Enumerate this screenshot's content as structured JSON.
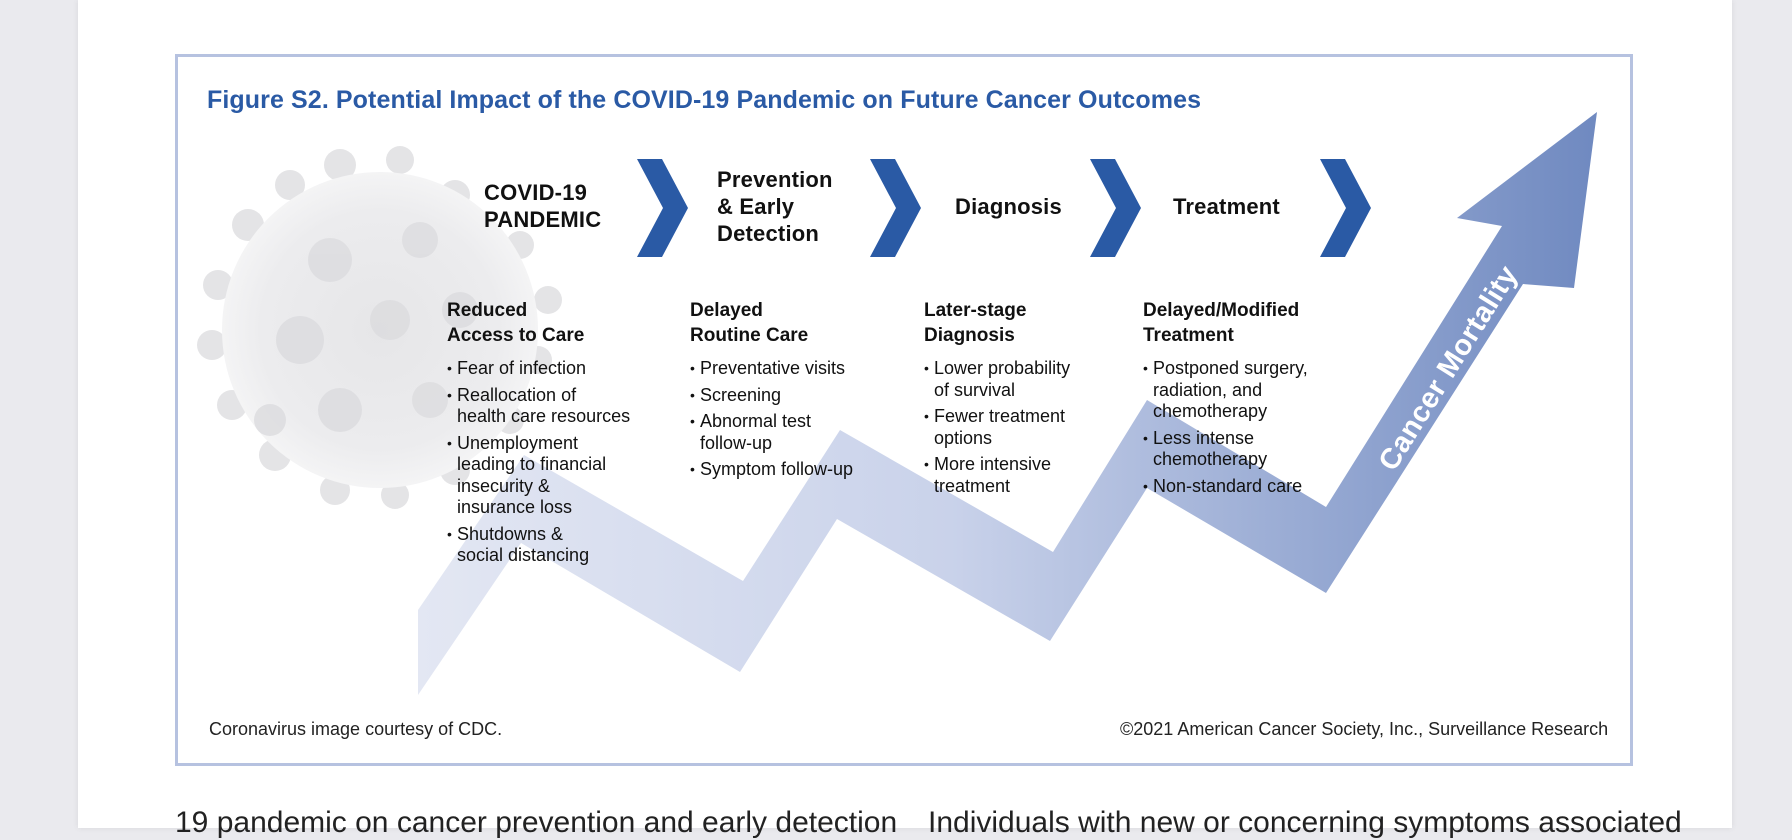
{
  "figure": {
    "title": "Figure S2. Potential Impact of the COVID-19 Pandemic on Future Cancer Outcomes",
    "stages": [
      {
        "label": "COVID-19\nPANDEMIC"
      },
      {
        "label": "Prevention\n& Early\nDetection"
      },
      {
        "label": "Diagnosis"
      },
      {
        "label": "Treatment"
      }
    ],
    "columns": [
      {
        "heading": "Reduced\nAccess to Care",
        "bullets": [
          "Fear of infection",
          "Reallocation of\nhealth care resources",
          "Unemployment\nleading to financial\ninsecurity &\ninsurance loss",
          "Shutdowns &\nsocial distancing"
        ]
      },
      {
        "heading": "Delayed\nRoutine Care",
        "bullets": [
          "Preventative visits",
          "Screening",
          "Abnormal test\nfollow-up",
          "Symptom follow-up"
        ]
      },
      {
        "heading": "Later-stage\nDiagnosis",
        "bullets": [
          "Lower probability\nof survival",
          "Fewer treatment\noptions",
          "More intensive\ntreatment"
        ]
      },
      {
        "heading": "Delayed/Modified\nTreatment",
        "bullets": [
          "Postponed surgery,\nradiation, and\nchemotherapy",
          "Less intense\nchemotherapy",
          "Non-standard care"
        ]
      }
    ],
    "arrow_label": "Cancer Mortality",
    "credit_left": "Coronavirus image courtesy of CDC.",
    "credit_right": "©2021 American Cancer Society, Inc., Surveillance Research",
    "colors": {
      "title": "#2a5aa5",
      "chevron": "#2a5aa5",
      "arrow_light": "#e3e7f3",
      "arrow_dark": "#6f89c0",
      "border": "#b6c2e0"
    },
    "icons": [
      "coronavirus-image",
      "chevron-right-icon",
      "trend-arrow"
    ]
  },
  "body_text": {
    "left": "19 pandemic on cancer prevention and early detection",
    "right": "Individuals with new or concerning symptoms associated"
  }
}
